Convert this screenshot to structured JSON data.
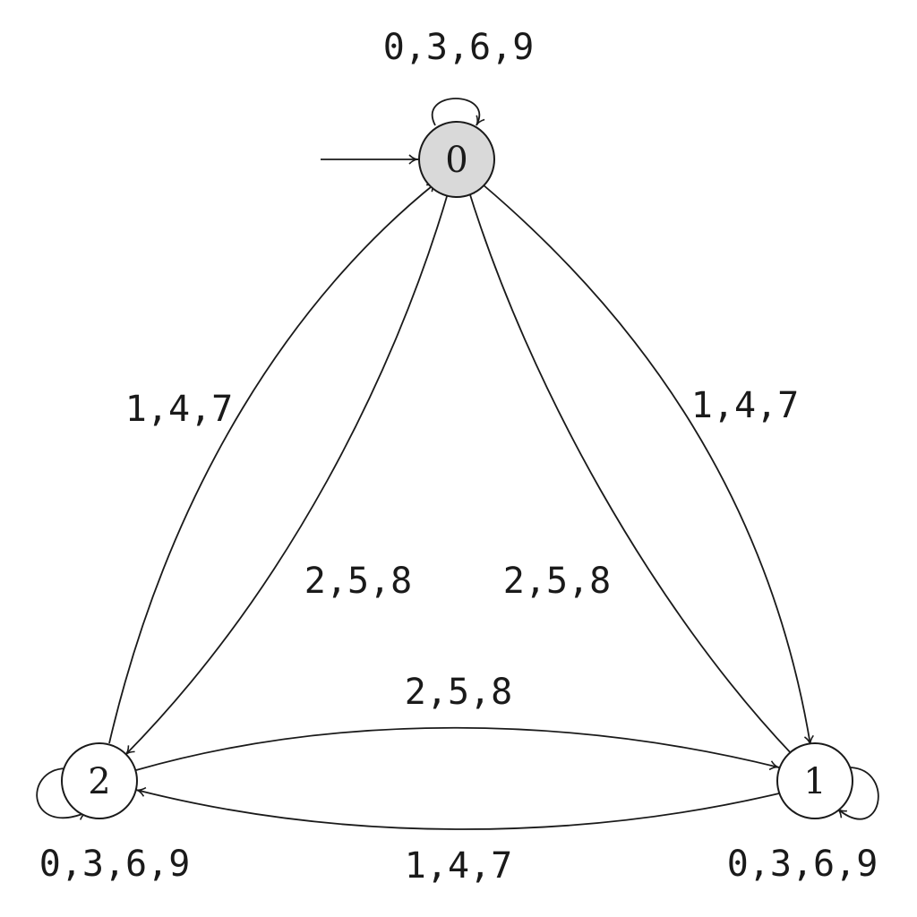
{
  "diagram": {
    "type": "finite-automaton",
    "colors": {
      "start_state_fill": "#d9d9d9",
      "state_fill": "#ffffff",
      "stroke": "#1a1a1a"
    },
    "states": [
      {
        "id": "0",
        "label": "0",
        "initial": true
      },
      {
        "id": "1",
        "label": "1",
        "initial": false
      },
      {
        "id": "2",
        "label": "2",
        "initial": false
      }
    ],
    "transitions": [
      {
        "from": "0",
        "to": "0",
        "label": "0,3,6,9"
      },
      {
        "from": "1",
        "to": "1",
        "label": "0,3,6,9"
      },
      {
        "from": "2",
        "to": "2",
        "label": "0,3,6,9"
      },
      {
        "from": "0",
        "to": "1",
        "label": "1,4,7"
      },
      {
        "from": "1",
        "to": "2",
        "label": "1,4,7"
      },
      {
        "from": "2",
        "to": "0",
        "label": "1,4,7"
      },
      {
        "from": "0",
        "to": "2",
        "label": "2,5,8"
      },
      {
        "from": "2",
        "to": "1",
        "label": "2,5,8"
      },
      {
        "from": "1",
        "to": "0",
        "label": "2,5,8"
      }
    ]
  }
}
